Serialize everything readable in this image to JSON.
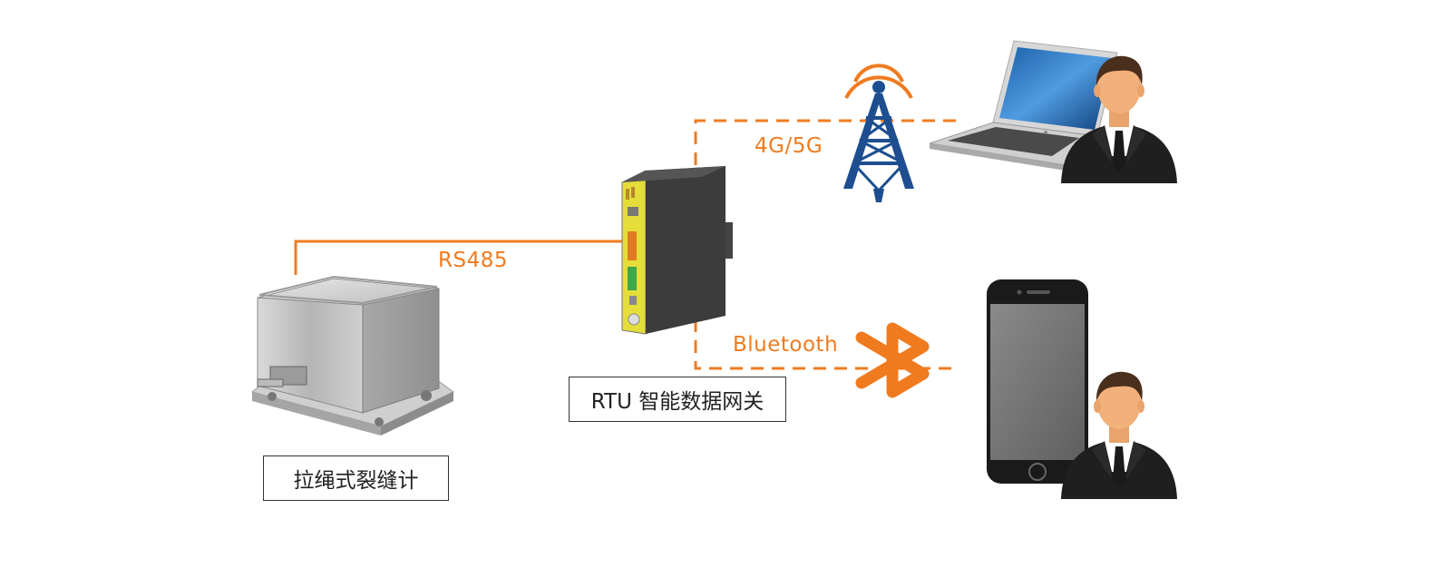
{
  "diagram": {
    "accent_color": "#f07b1f",
    "tower_color": "#1d4e8f",
    "links": {
      "rs485_label": "RS485",
      "cellular_label": "4G/5G",
      "bluetooth_label": "Bluetooth"
    },
    "nodes": {
      "sensor": {
        "label": "拉绳式裂缝计",
        "icon": "sensor-box-icon"
      },
      "gateway": {
        "label": "RTU 智能数据网关",
        "icon": "rtu-gateway-icon"
      },
      "tower": {
        "icon": "cell-tower-icon"
      },
      "bluetooth": {
        "icon": "bluetooth-icon"
      },
      "laptop": {
        "icon": "laptop-icon"
      },
      "phone": {
        "icon": "smartphone-icon"
      },
      "user_top": {
        "icon": "user-avatar-icon"
      },
      "user_bottom": {
        "icon": "user-avatar-icon"
      }
    }
  }
}
